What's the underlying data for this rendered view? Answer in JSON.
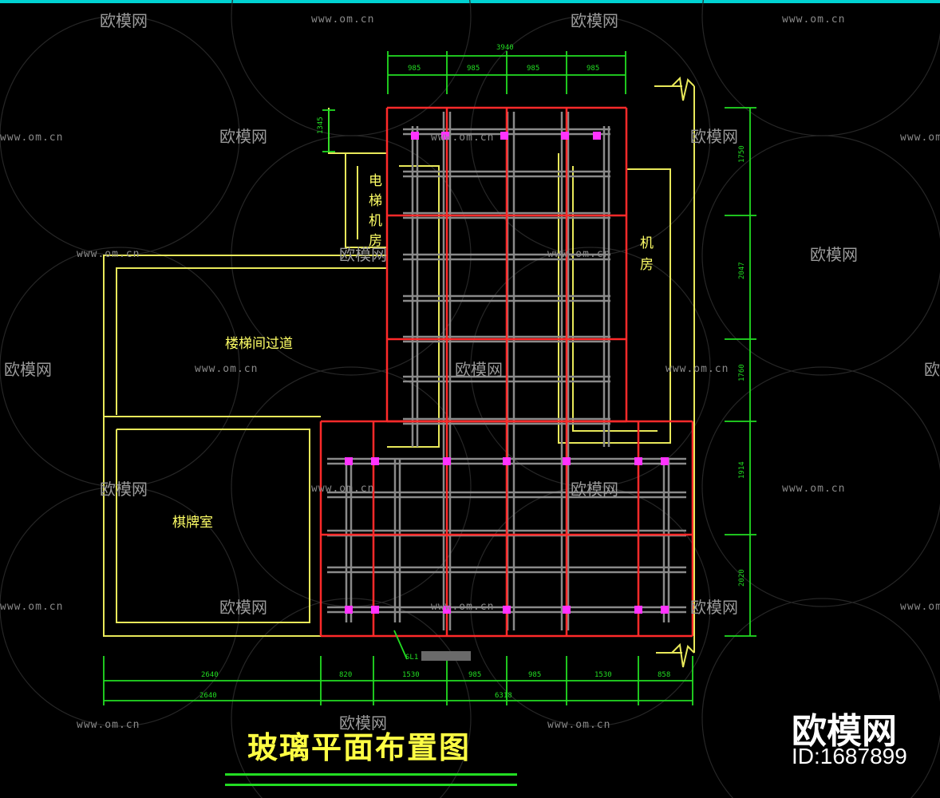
{
  "title": "玻璃平面布置图",
  "colors": {
    "grid": "#ff2a2a",
    "wall": "#e8e85a",
    "dimension": "#22dd22",
    "mullion": "#8a8a8a",
    "node": "#ff33ff",
    "title": "#ffff44",
    "accent": "#00d2d2"
  },
  "rooms": [
    {
      "id": "elevator",
      "label": "电梯机房"
    },
    {
      "id": "machine",
      "label": "机房"
    },
    {
      "id": "corridor",
      "label": "楼梯间过道"
    },
    {
      "id": "chess",
      "label": "棋牌室"
    }
  ],
  "dimensions": {
    "top_total": "3940",
    "top_segments": [
      "985",
      "985",
      "985",
      "985"
    ],
    "left_small": "1345",
    "right_segments": [
      "1750",
      "2047",
      "1760",
      "1914",
      "2020"
    ],
    "bottom_left": "2640",
    "bottom_left_total": "2640",
    "bottom_segments": [
      "820",
      "1530",
      "985",
      "985",
      "1530",
      "858"
    ],
    "bottom_total": "6318",
    "callout": "SL1"
  },
  "watermark": {
    "url": "www.om.cn",
    "brand": "欧模网"
  },
  "brand": {
    "name": "欧模网",
    "id_text": "ID:1687899"
  }
}
